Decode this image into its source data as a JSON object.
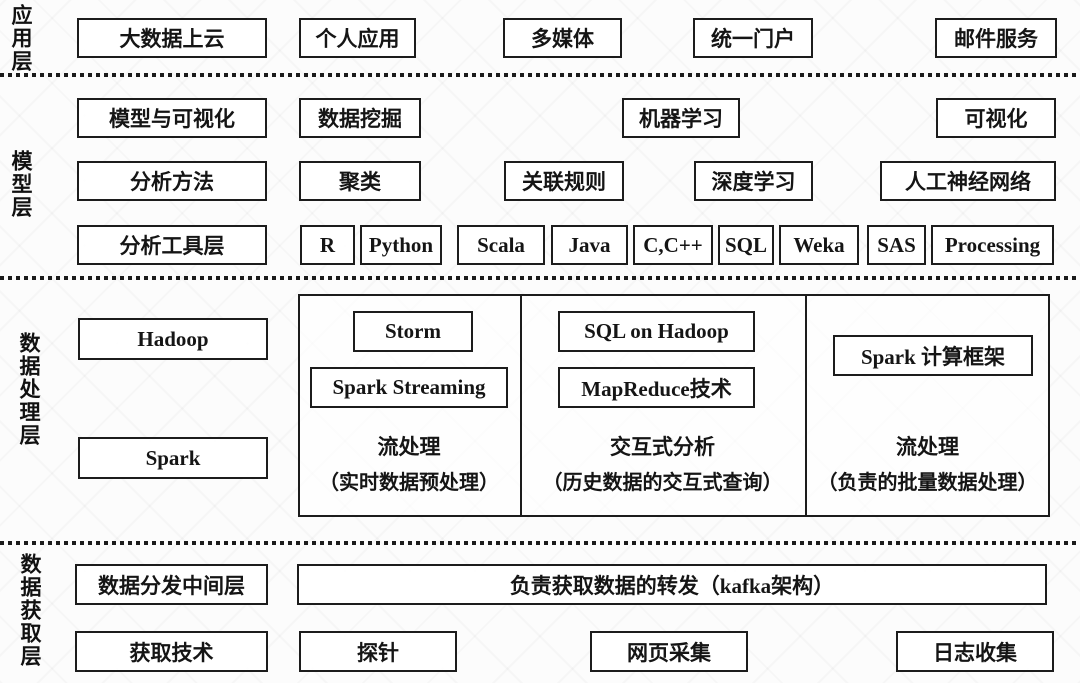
{
  "colors": {
    "ink": "#1c1c1c",
    "background": "#fcfcfc"
  },
  "layers": {
    "app": {
      "label": "应用层",
      "items": [
        "大数据上云",
        "个人应用",
        "多媒体",
        "统一门户",
        "邮件服务"
      ]
    },
    "model": {
      "label": "模型层",
      "row1": [
        "模型与可视化",
        "数据挖掘",
        "机器学习",
        "可视化"
      ],
      "row2": [
        "分析方法",
        "聚类",
        "关联规则",
        "深度学习",
        "人工神经网络"
      ],
      "tools_label": "分析工具层",
      "tools": [
        "R",
        "Python",
        "Scala",
        "Java",
        "C,C++",
        "SQL",
        "Weka",
        "SAS",
        "Processing"
      ]
    },
    "processing": {
      "label": "数据处理层",
      "frameworks": [
        "Hadoop",
        "Spark"
      ],
      "panels": [
        {
          "boxes": [
            "Storm",
            "Spark Streaming"
          ],
          "title": "流处理",
          "subtitle": "（实时数据预处理）"
        },
        {
          "boxes": [
            "SQL on Hadoop",
            "MapReduce技术"
          ],
          "title": "交互式分析",
          "subtitle": "（历史数据的交互式查询）"
        },
        {
          "boxes": [
            "Spark 计算框架"
          ],
          "title": "流处理",
          "subtitle": "（负责的批量数据处理）"
        }
      ]
    },
    "acquisition": {
      "label": "数据获取层",
      "middleware_label": "数据分发中间层",
      "kafka_label": "负责获取数据的转发（kafka架构）",
      "row2": [
        "获取技术",
        "探针",
        "网页采集",
        "日志收集"
      ]
    }
  }
}
